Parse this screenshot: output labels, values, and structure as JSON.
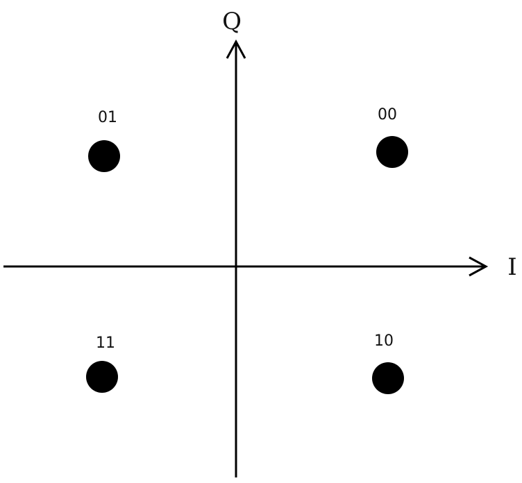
{
  "diagram": {
    "axes": {
      "vertical_label": "Q",
      "horizontal_label": "I"
    },
    "colors": {
      "ink": "#000000",
      "background": "#ffffff"
    },
    "points": [
      {
        "label": "01",
        "quadrant": "top-left"
      },
      {
        "label": "00",
        "quadrant": "top-right"
      },
      {
        "label": "11",
        "quadrant": "bottom-left"
      },
      {
        "label": "10",
        "quadrant": "bottom-right"
      }
    ]
  }
}
